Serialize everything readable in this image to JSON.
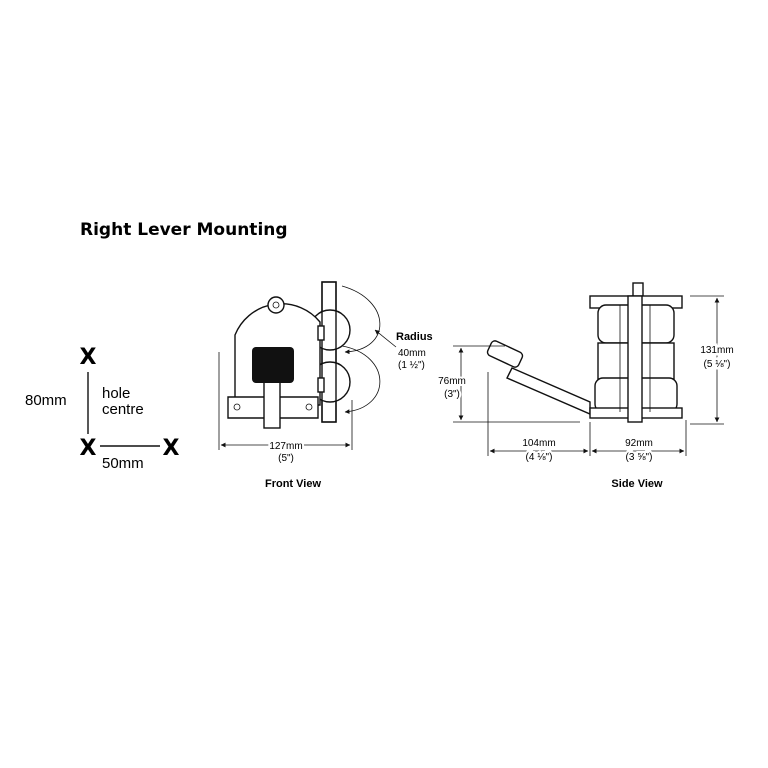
{
  "title": "Right Lever Mounting",
  "hole_template": {
    "mark": "X",
    "vertical_dim": "80mm",
    "horizontal_dim": "50mm",
    "label_line1": "hole",
    "label_line2": "centre"
  },
  "front_view": {
    "caption": "Front View",
    "width_mm": "127mm",
    "width_in": "(5\")",
    "radius_label": "Radius",
    "radius_mm": "40mm",
    "radius_in": "(1 ½\")"
  },
  "side_view": {
    "caption": "Side View",
    "height_mm": "76mm",
    "height_in": "(3\")",
    "lever_mm": "104mm",
    "lever_in": "(4 ⅛\")",
    "body_mm": "92mm",
    "body_in": "(3 ⅝\")",
    "total_mm": "131mm",
    "total_in": "(5 ⅛\")"
  }
}
